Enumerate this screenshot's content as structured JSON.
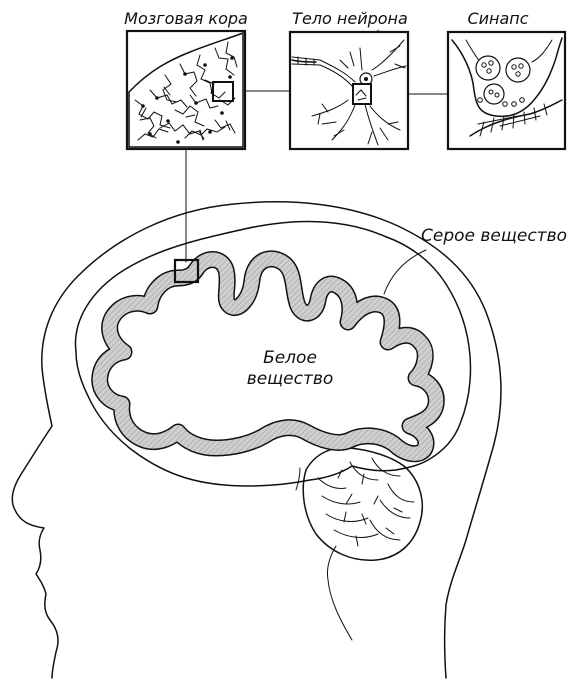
{
  "labels": {
    "cortex": "Мозговая кора",
    "neuron_body": "Тело нейрона",
    "synapse": "Синапс",
    "gray_matter": "Серое вещество",
    "white_matter_line1": "Белое",
    "white_matter_line2": "вещество"
  },
  "colors": {
    "ink": "#111111",
    "gray_matter": "#c8c8c8",
    "background": "#ffffff"
  }
}
